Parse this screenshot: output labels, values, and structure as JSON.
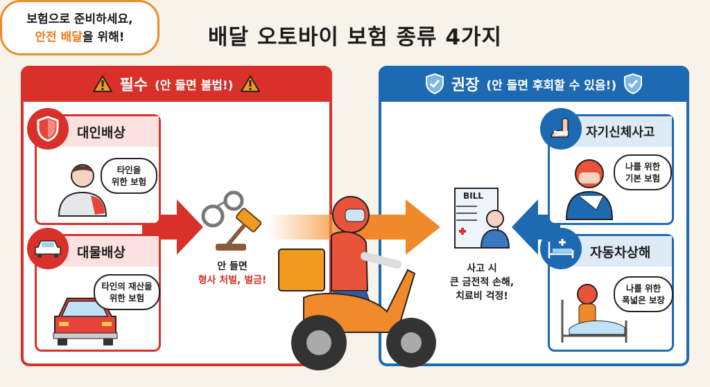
{
  "title": "배달 오토바이 보험 종류 4가지",
  "required": {
    "label": "필수",
    "sub": "(안 들면 불법!)",
    "cards": [
      {
        "title": "대인배상",
        "bubble_l1": "타인을",
        "bubble_l2": "위한 보험"
      },
      {
        "title": "대물배상",
        "bubble_l1": "타인의 재산을",
        "bubble_l2": "위한 보험"
      }
    ],
    "consequence_l1": "안 들면",
    "consequence_l2": "형사 처벌, 벌금!"
  },
  "recommended": {
    "label": "권장",
    "sub": "(안 들면 후회할 수 있음!)",
    "cards": [
      {
        "title": "자기신체사고",
        "bubble_l1": "나를 위한",
        "bubble_l2": "기본 보험"
      },
      {
        "title": "자동차상해",
        "bubble_l1": "나를 위한",
        "bubble_l2": "폭넓은 보장"
      }
    ],
    "bill_label": "BILL",
    "consequence_l1": "사고 시",
    "consequence_l2": "큰 금전적 손해,",
    "consequence_l3": "치료비 걱정!"
  },
  "center": {
    "line1": "보험으로 준비하세요,",
    "line2_highlight": "안전 배달",
    "line2_rest": "을 위해!"
  },
  "colors": {
    "red": "#d9302a",
    "blue": "#1d6ab2",
    "orange": "#ee8a2a"
  }
}
